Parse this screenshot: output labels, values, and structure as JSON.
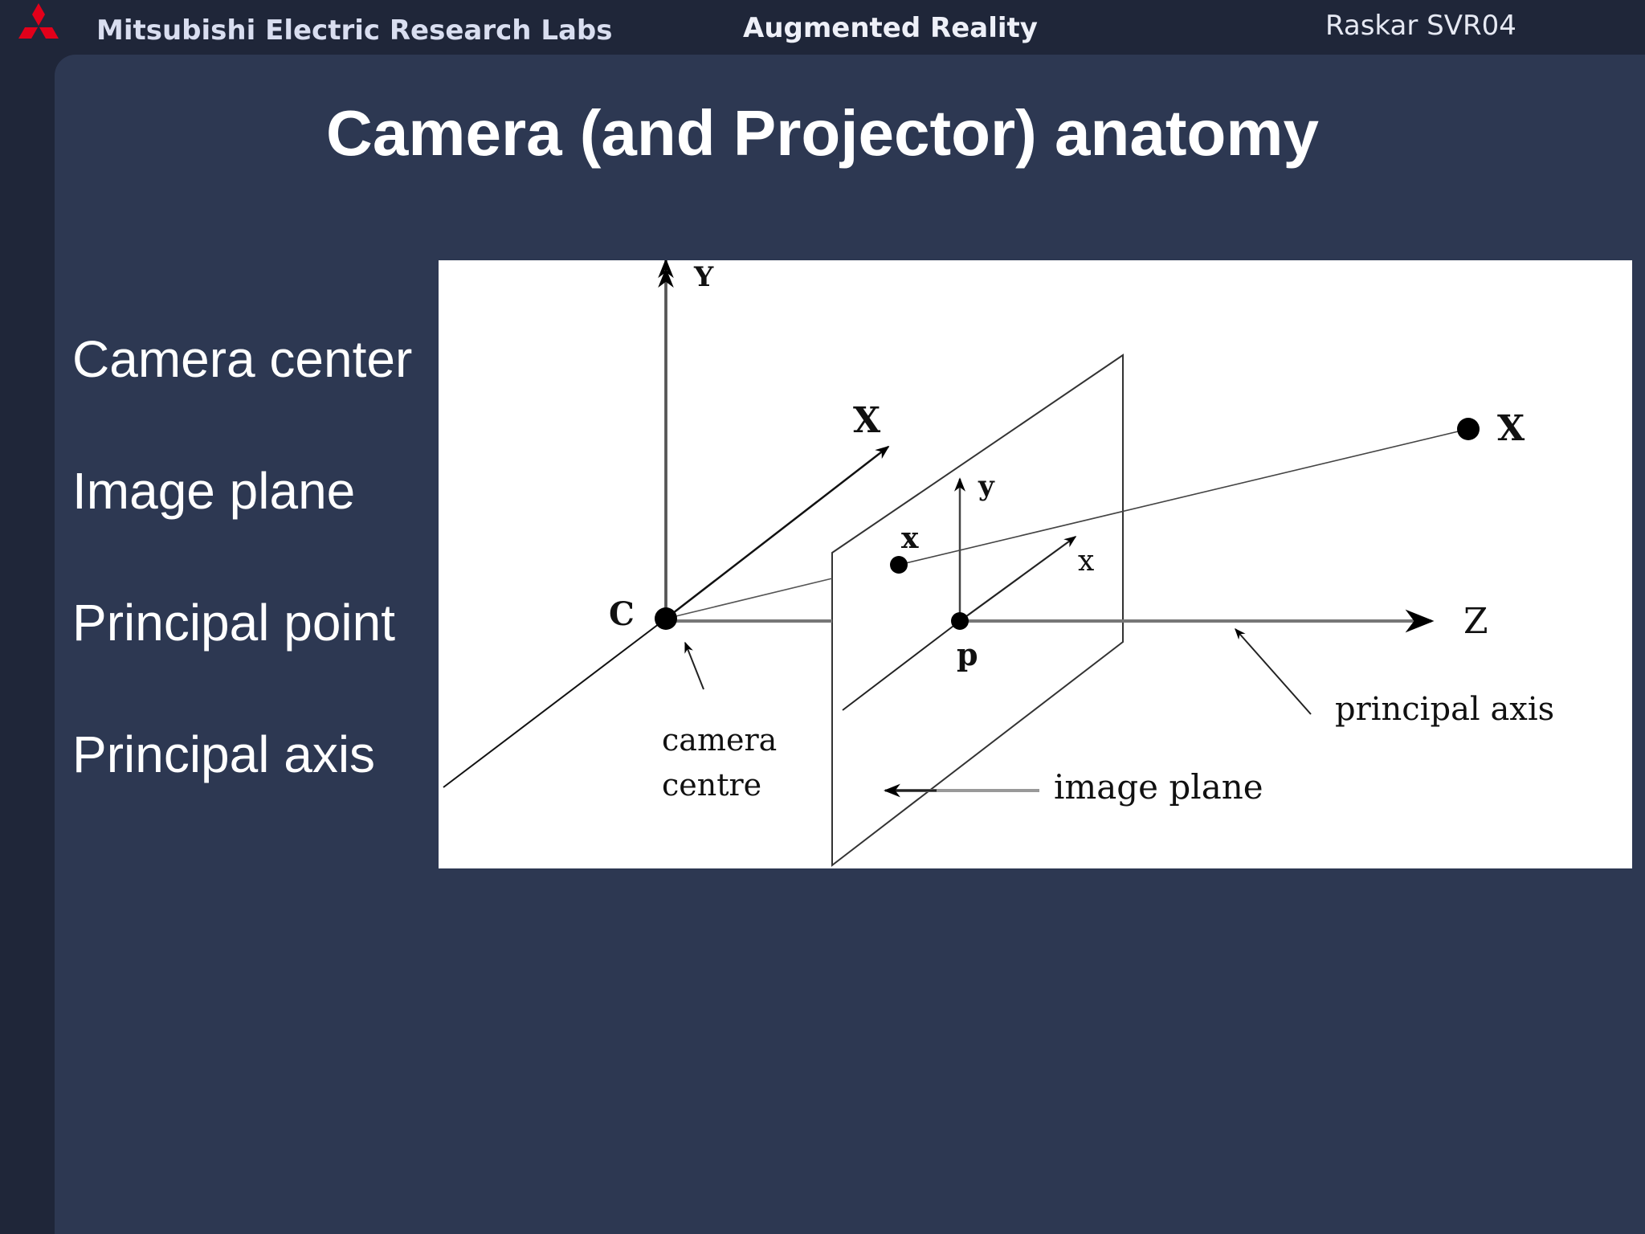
{
  "header": {
    "org_name": "Mitsubishi Electric Research Labs",
    "course_name": "Augmented Reality",
    "author_tag": "Raskar SVR04",
    "logo_color": "#e2001a"
  },
  "slide": {
    "title": "Camera (and Projector) anatomy",
    "terms": [
      "Camera center",
      "Image plane",
      "Principal point",
      "Principal axis"
    ]
  },
  "figure": {
    "axis_Y": "Y",
    "axis_X_world": "X",
    "point_X": "X",
    "axis_y_image": "y",
    "point_x": "x",
    "axis_x_image": "x",
    "camera_C": "C",
    "point_p": "p",
    "axis_Z": "Z",
    "label_principal_axis": "principal axis",
    "label_camera": "camera",
    "label_centre": "centre",
    "label_image_plane": "image plane"
  },
  "colors": {
    "background": "#2d3852",
    "header_background": "#1f2639",
    "text": "#ffffff"
  }
}
